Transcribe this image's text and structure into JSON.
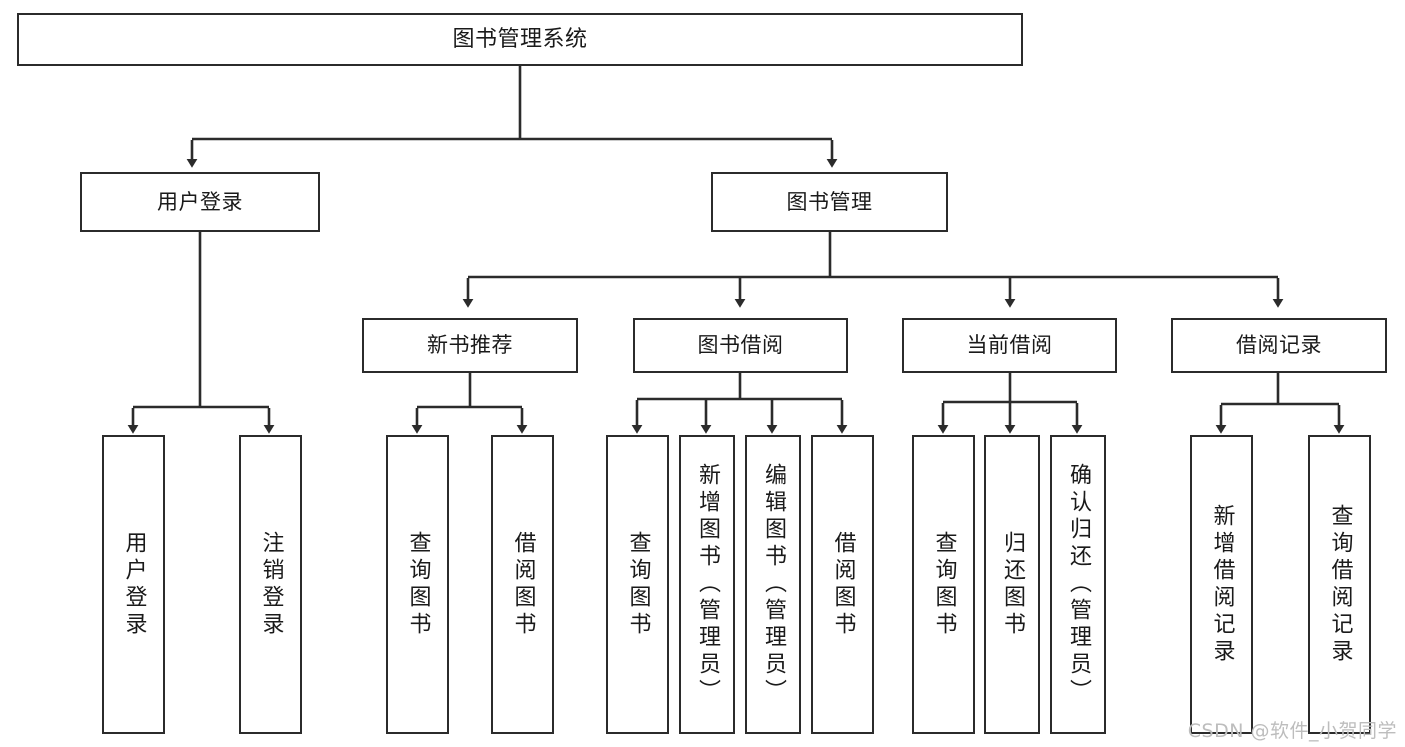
{
  "diagram": {
    "type": "tree",
    "title": "图书管理系统",
    "root": {
      "id": "root",
      "label": "图书管理系统"
    },
    "level1": [
      {
        "id": "user-login",
        "label": "用户登录"
      },
      {
        "id": "book-manage",
        "label": "图书管理"
      }
    ],
    "level2": [
      {
        "id": "new-book-recommend",
        "label": "新书推荐",
        "parent": "book-manage"
      },
      {
        "id": "book-borrow",
        "label": "图书借阅",
        "parent": "book-manage"
      },
      {
        "id": "current-borrow",
        "label": "当前借阅",
        "parent": "book-manage"
      },
      {
        "id": "borrow-record",
        "label": "借阅记录",
        "parent": "book-manage"
      }
    ],
    "leaves": [
      {
        "id": "leaf-user-login",
        "label": "用户登录",
        "parent": "user-login"
      },
      {
        "id": "leaf-user-logout",
        "label": "注销登录",
        "parent": "user-login"
      },
      {
        "id": "leaf-query-book-1",
        "label": "查询图书",
        "parent": "new-book-recommend"
      },
      {
        "id": "leaf-borrow-book-1",
        "label": "借阅图书",
        "parent": "new-book-recommend"
      },
      {
        "id": "leaf-query-book-2",
        "label": "查询图书",
        "parent": "book-borrow"
      },
      {
        "id": "leaf-add-book",
        "label": "新增图书（管理员）",
        "parent": "book-borrow"
      },
      {
        "id": "leaf-edit-book",
        "label": "编辑图书（管理员）",
        "parent": "book-borrow"
      },
      {
        "id": "leaf-borrow-book-2",
        "label": "借阅图书",
        "parent": "book-borrow"
      },
      {
        "id": "leaf-query-book-3",
        "label": "查询图书",
        "parent": "current-borrow"
      },
      {
        "id": "leaf-return-book",
        "label": "归还图书",
        "parent": "current-borrow"
      },
      {
        "id": "leaf-confirm-return",
        "label": "确认归还（管理员）",
        "parent": "current-borrow"
      },
      {
        "id": "leaf-add-record",
        "label": "新增借阅记录",
        "parent": "borrow-record"
      },
      {
        "id": "leaf-query-record",
        "label": "查询借阅记录",
        "parent": "borrow-record"
      }
    ]
  },
  "watermark": {
    "text": "CSDN @软件_小贺同学"
  },
  "colors": {
    "background": "#ffffff",
    "box_border": "#2b2b2b",
    "box_fill": "#ffffff",
    "text": "#1a1a1a",
    "connector": "#2b2b2b",
    "watermark": "#bdbdbd"
  }
}
